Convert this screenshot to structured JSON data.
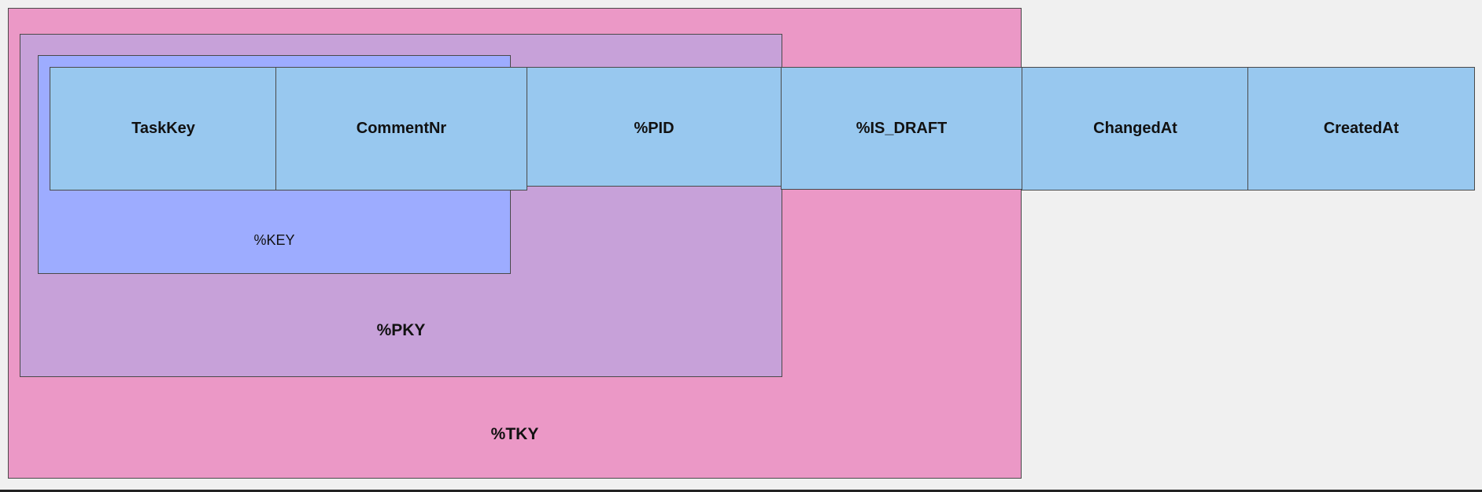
{
  "colors": {
    "background": "#f0f0f0",
    "tky_fill": "#eb98c6",
    "pky_fill": "#c7a1d9",
    "key_fill": "#9dacff",
    "field_fill": "#98c8ef",
    "border": "#4a4a4a"
  },
  "groups": {
    "tky": {
      "label": "%TKY"
    },
    "pky": {
      "label": "%PKY"
    },
    "key": {
      "label": "%KEY"
    }
  },
  "fields": [
    {
      "label": "TaskKey"
    },
    {
      "label": "CommentNr"
    },
    {
      "label": "%PID"
    },
    {
      "label": "%IS_DRAFT"
    },
    {
      "label": "ChangedAt"
    },
    {
      "label": "CreatedAt"
    }
  ]
}
